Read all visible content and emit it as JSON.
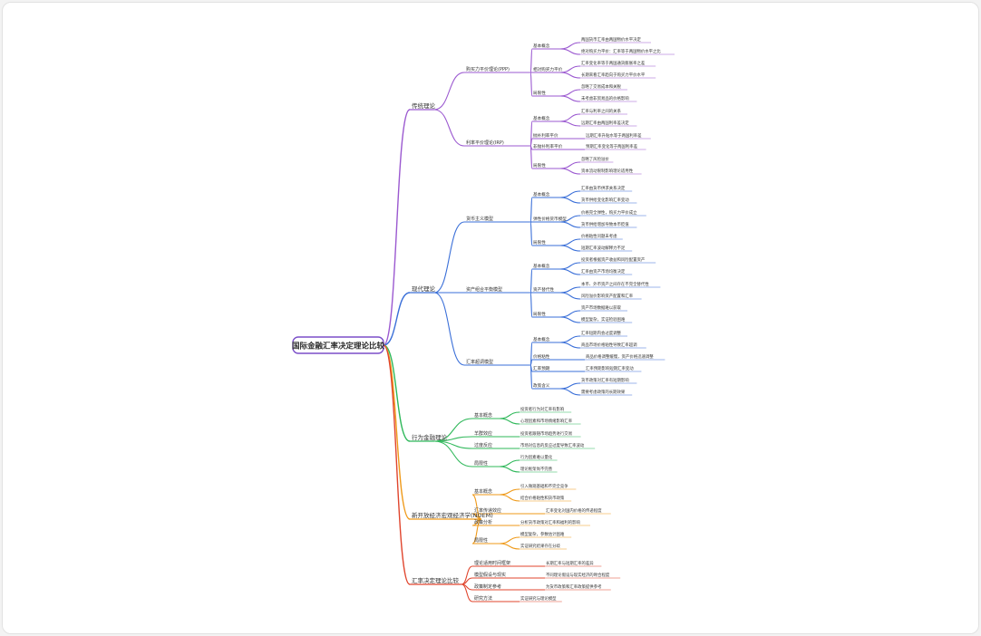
{
  "root": {
    "label": "国际金融汇率决定理论比较",
    "border_color": "#7b4fc9"
  },
  "branches": [
    {
      "id": "b1",
      "label": "传统理论",
      "color": "#9b59d0",
      "children": [
        {
          "id": "b1a",
          "label": "购买力平价理论(PPP)",
          "children": [
            {
              "id": "b1a1",
              "label": "基本概念",
              "children": [
                "两国货币汇率由两国物价水平决定",
                "绝对购买力平价：汇率等于两国物价水平之比"
              ]
            },
            {
              "id": "b1a2",
              "label": "相对购买力平价",
              "children": [
                "汇率变化率等于两国通货膨胀率之差",
                "长期来看汇率趋向于购买力平价水平"
              ]
            },
            {
              "id": "b1a3",
              "label": "局限性",
              "children": [
                "忽略了交易成本和关税",
                "未考虑非贸易品的价格影响"
              ]
            }
          ]
        },
        {
          "id": "b1b",
          "label": "利率平价理论(IRP)",
          "children": [
            {
              "id": "b1b1",
              "label": "基本概念",
              "children": [
                "汇率与利率之间的关系",
                "远期汇率由两国利率差决定"
              ]
            },
            {
              "id": "b1b2",
              "label": "抛补利率平价",
              "children": [
                "远期汇率升贴水等于两国利率差"
              ]
            },
            {
              "id": "b1b3",
              "label": "非抛补利率平价",
              "children": [
                "预期汇率变化等于两国利率差"
              ]
            },
            {
              "id": "b1b4",
              "label": "局限性",
              "children": [
                "忽略了风险溢价",
                "资本流动限制影响理论适用性"
              ]
            }
          ]
        }
      ]
    },
    {
      "id": "b2",
      "label": "现代理论",
      "color": "#3a6fd8",
      "children": [
        {
          "id": "b2a",
          "label": "货币主义模型",
          "children": [
            {
              "id": "b2a1",
              "label": "基本概念",
              "children": [
                "汇率由货币供求关系决定",
                "货币供给变化影响汇率变动"
              ]
            },
            {
              "id": "b2a2",
              "label": "弹性价格货币模型",
              "children": [
                "价格完全弹性，购买力平价成立",
                "货币供给增加导致本币贬值"
              ]
            },
            {
              "id": "b2a3",
              "label": "局限性",
              "children": [
                "价格粘性问题未考虑",
                "短期汇率波动解释力不足"
              ]
            }
          ]
        },
        {
          "id": "b2b",
          "label": "资产组合平衡模型",
          "children": [
            {
              "id": "b2b1",
              "label": "基本概念",
              "children": [
                "投资者根据资产收益和风险配置资产",
                "汇率由资产市场均衡决定"
              ]
            },
            {
              "id": "b2b2",
              "label": "资产替代性",
              "children": [
                "本币、外币资产之间存在不完全替代性",
                "风险溢价影响资产配置和汇率"
              ]
            },
            {
              "id": "b2b3",
              "label": "局限性",
              "children": [
                "资产市场数据难以获取",
                "模型复杂，实证检验困难"
              ]
            }
          ]
        },
        {
          "id": "b2c",
          "label": "汇率超调模型",
          "children": [
            {
              "id": "b2c1",
              "label": "基本概念",
              "children": [
                "汇率短期内会过度调整",
                "商品市场价格粘性导致汇率超调"
              ]
            },
            {
              "id": "b2c2",
              "label": "价格粘性",
              "children": [
                "商品价格调整缓慢，资产价格迅速调整"
              ]
            },
            {
              "id": "b2c3",
              "label": "汇率预期",
              "children": [
                "汇率预期影响短期汇率变动"
              ]
            },
            {
              "id": "b2c4",
              "label": "政策含义",
              "children": [
                "货币政策对汇率有短期影响",
                "需要考虑政策的长期效果"
              ]
            }
          ]
        }
      ]
    },
    {
      "id": "b3",
      "label": "行为金融理论",
      "color": "#2fb85a",
      "children": [
        {
          "id": "b3a",
          "label": "基本概念",
          "children": [
            "投资者行为对汇率有影响",
            "心理因素和市场情绪影响汇率"
          ]
        },
        {
          "id": "b3b",
          "label": "羊群效应",
          "children": [
            "投资者跟随市场趋势进行交易"
          ]
        },
        {
          "id": "b3c",
          "label": "过度反应",
          "children": [
            "市场对信息的反应过度导致汇率波动"
          ]
        },
        {
          "id": "b3d",
          "label": "局限性",
          "children": [
            "行为因素难以量化",
            "理论框架尚不完善"
          ]
        }
      ]
    },
    {
      "id": "b4",
      "label": "新开放经济宏观经济学(NOEM)",
      "color": "#ef9a1a",
      "children": [
        {
          "id": "b4a",
          "label": "基本概念",
          "children": [
            "引入微观基础和不完全竞争",
            "结合价格粘性和货币政策"
          ]
        },
        {
          "id": "b4b",
          "label": "汇率传递效应",
          "children": [
            "汇率变化对国内价格的传递程度"
          ]
        },
        {
          "id": "b4c",
          "label": "政策分析",
          "children": [
            "分析货币政策对汇率和福利的影响"
          ]
        },
        {
          "id": "b4d",
          "label": "局限性",
          "children": [
            "模型复杂，参数估计困难",
            "实证研究结果存在分歧"
          ]
        }
      ]
    },
    {
      "id": "b5",
      "label": "汇率决定理论比较",
      "color": "#e0452d",
      "children": [
        {
          "id": "b5a",
          "label": "理论适用时间框架",
          "children": [
            "长期汇率与短期汇率的差异"
          ]
        },
        {
          "id": "b5b",
          "label": "模型假设与现实",
          "children": [
            "不同理论假设与现实经济的吻合程度"
          ]
        },
        {
          "id": "b5c",
          "label": "政策制定参考",
          "children": [
            "为货币政策和汇率政策提供参考"
          ]
        },
        {
          "id": "b5d",
          "label": "研究方法",
          "children": [
            "实证研究与理论模型"
          ]
        }
      ]
    }
  ]
}
